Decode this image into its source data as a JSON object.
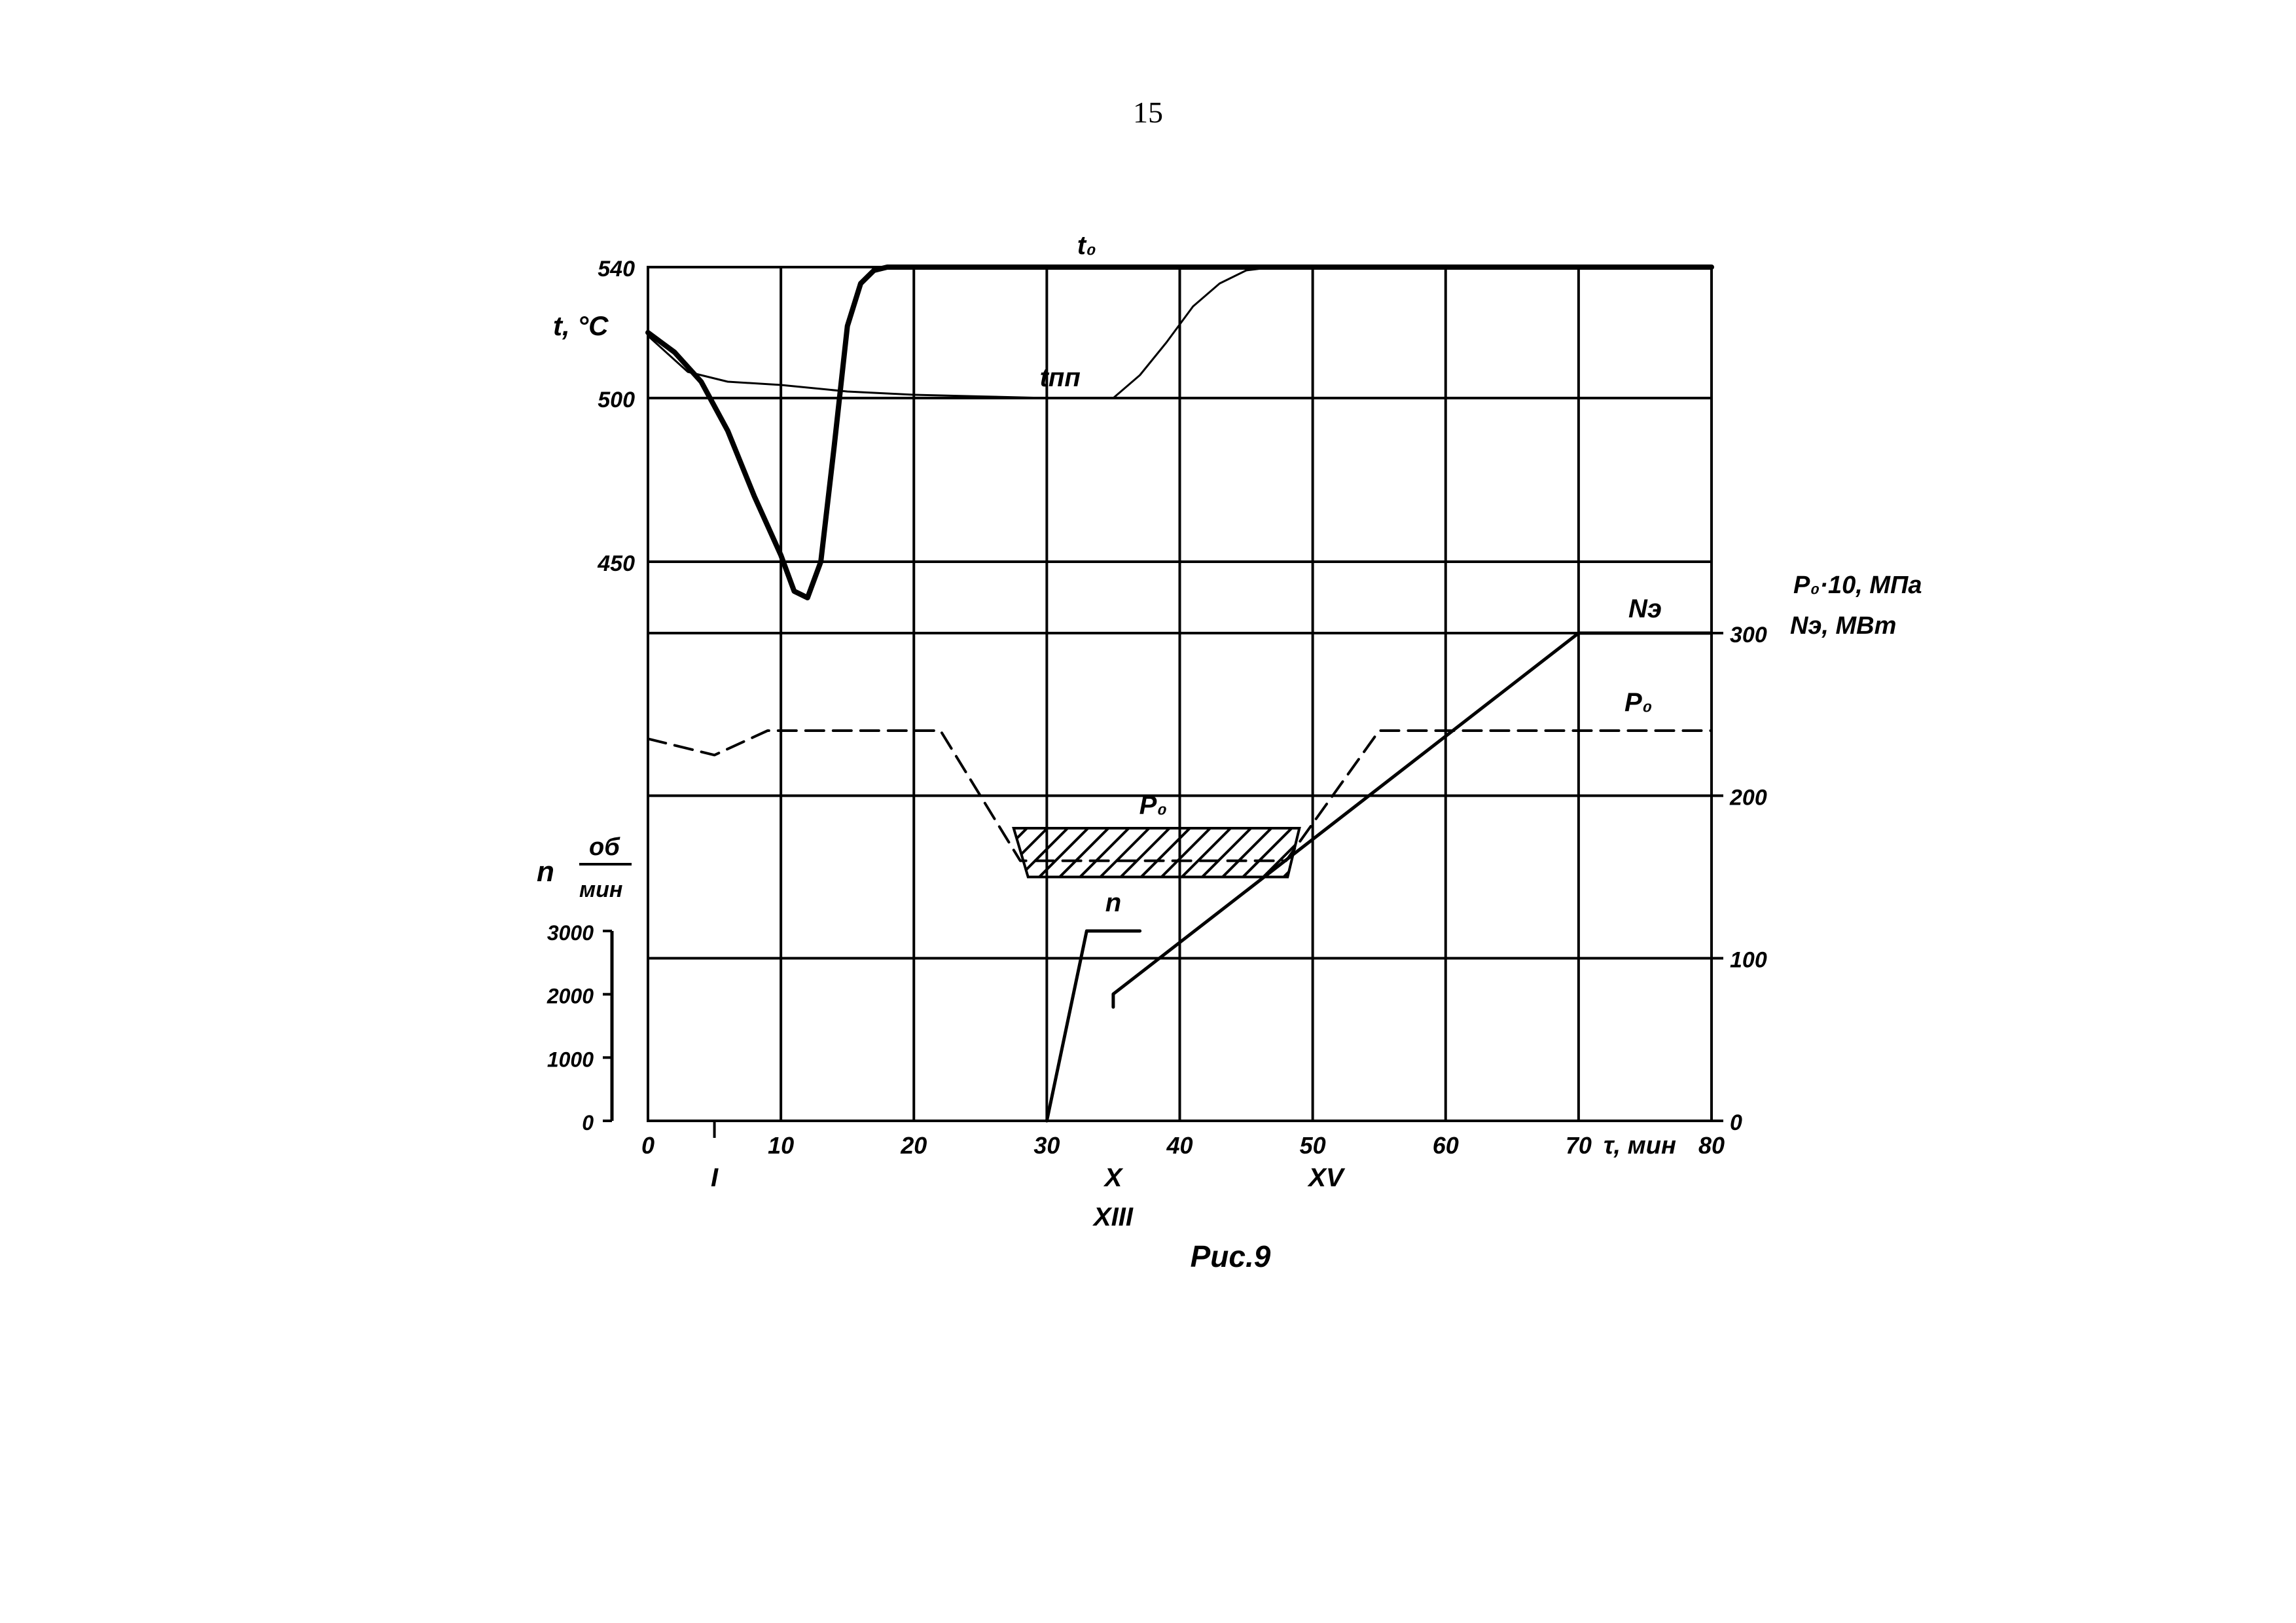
{
  "page": {
    "number": "15"
  },
  "chart_data": {
    "type": "line",
    "caption": "Рис.9",
    "axes": {
      "x": {
        "ticks": [
          "0",
          "10",
          "20",
          "30",
          "40",
          "50",
          "60",
          "70",
          "80"
        ],
        "label": "τ, мин",
        "range": [
          0,
          80
        ],
        "stages": [
          {
            "label": "I",
            "at": 5
          },
          {
            "label": "X",
            "at": 35
          },
          {
            "label": "XIII",
            "at": 35
          },
          {
            "label": "XV",
            "at": 51
          }
        ]
      },
      "y_temp": {
        "label": "t, °С",
        "ticks": [
          "540",
          "500",
          "450"
        ],
        "values": [
          540,
          500,
          450
        ]
      },
      "y_speed": {
        "label": "n",
        "unit_num": "об",
        "unit_den": "мин",
        "ticks": [
          "3000",
          "2000",
          "1000",
          "0"
        ],
        "values": [
          3000,
          2000,
          1000,
          0
        ]
      },
      "y_right": {
        "label1": "P₀·10, МПа",
        "label2": "Nэ, МВт",
        "ticks": [
          "300",
          "200",
          "100",
          "0"
        ],
        "values": [
          300,
          200,
          100,
          0
        ]
      }
    },
    "grid": true,
    "series": [
      {
        "name": "t₀",
        "axis": "y_temp",
        "style": "solid-thick",
        "points": [
          [
            0,
            520
          ],
          [
            2,
            514
          ],
          [
            4,
            505
          ],
          [
            6,
            490
          ],
          [
            8,
            470
          ],
          [
            10,
            452
          ],
          [
            11,
            441
          ],
          [
            12,
            439
          ],
          [
            13,
            450
          ],
          [
            14,
            485
          ],
          [
            15,
            522
          ],
          [
            16,
            535
          ],
          [
            17,
            539
          ],
          [
            18,
            540
          ],
          [
            30,
            540
          ],
          [
            34,
            540
          ],
          [
            40,
            540
          ],
          [
            50,
            540
          ],
          [
            60,
            540
          ],
          [
            70,
            540
          ],
          [
            80,
            540
          ]
        ]
      },
      {
        "name": "tпп",
        "axis": "y_temp",
        "style": "solid-thin",
        "points": [
          [
            0,
            519
          ],
          [
            3,
            508
          ],
          [
            6,
            505
          ],
          [
            10,
            504
          ],
          [
            15,
            502
          ],
          [
            20,
            501
          ],
          [
            25,
            500.5
          ],
          [
            30,
            500
          ],
          [
            35,
            500
          ],
          [
            37,
            507
          ],
          [
            39,
            517
          ],
          [
            41,
            528
          ],
          [
            43,
            535
          ],
          [
            45,
            539
          ],
          [
            47,
            540
          ],
          [
            60,
            540
          ],
          [
            80,
            540
          ]
        ]
      },
      {
        "name": "P₀",
        "axis": "y_right",
        "style": "dashed",
        "points": [
          [
            0,
            235
          ],
          [
            5,
            225
          ],
          [
            9,
            240
          ],
          [
            22,
            240
          ],
          [
            28,
            160
          ],
          [
            48,
            160
          ],
          [
            55,
            240
          ],
          [
            80,
            240
          ]
        ]
      },
      {
        "name": "Nэ",
        "axis": "y_right",
        "style": "solid",
        "points": [
          [
            35,
            70
          ],
          [
            35,
            78
          ],
          [
            70,
            300
          ],
          [
            80,
            300
          ]
        ]
      },
      {
        "name": "n",
        "axis": "y_speed",
        "style": "solid",
        "points": [
          [
            30,
            0
          ],
          [
            33,
            3000
          ],
          [
            37,
            3000
          ]
        ]
      }
    ],
    "hatched_band": {
      "label": "P₀",
      "axis": "y_right",
      "x": [
        28,
        49
      ],
      "y": [
        150,
        180
      ]
    }
  }
}
